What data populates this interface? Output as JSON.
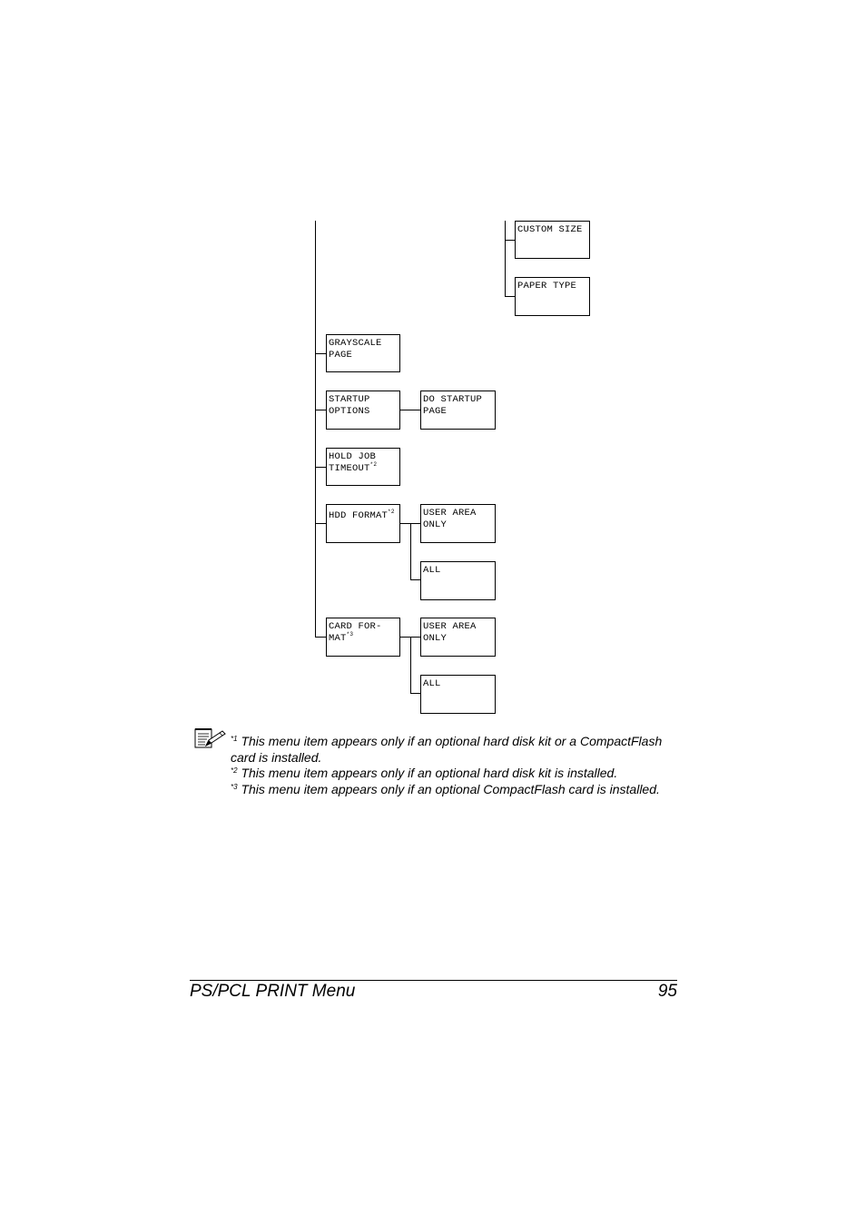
{
  "diagram": {
    "custom_size": "CUSTOM SIZE",
    "paper_type": "PAPER TYPE",
    "grayscale_page": "GRAYSCALE\nPAGE",
    "startup_options": "STARTUP\nOPTIONS",
    "do_startup_page": "DO STARTUP\nPAGE",
    "hold_job_timeout": "HOLD JOB\nTIMEOUT",
    "hold_job_timeout_sup": "*2",
    "hdd_format": "HDD FORMAT",
    "hdd_format_sup": "*2",
    "hdd_user_area_only": "USER AREA\nONLY",
    "hdd_all": "ALL",
    "card_format_line1": "CARD FOR-",
    "card_format_line2": "MAT",
    "card_format_sup": "*3",
    "card_user_area_only": "USER AREA\nONLY",
    "card_all": "ALL"
  },
  "notes": [
    {
      "marker": "*1",
      "text": " This menu item appears only if an optional hard disk kit or a CompactFlash card is installed."
    },
    {
      "marker": "*2",
      "text": " This menu item appears only if an optional hard disk kit is installed."
    },
    {
      "marker": "*3",
      "text": " This menu item appears only if an optional CompactFlash card is installed."
    }
  ],
  "footer": {
    "title": "PS/PCL PRINT Menu",
    "page_number": "95"
  }
}
